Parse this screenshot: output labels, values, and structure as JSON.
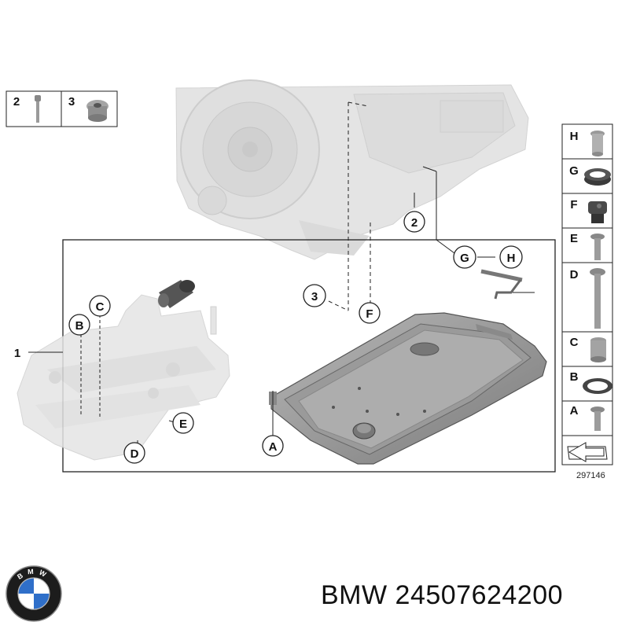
{
  "diagram": {
    "callouts": {
      "one": "1",
      "two": "2",
      "three": "3",
      "a": "A",
      "b": "B",
      "c": "C",
      "d": "D",
      "e": "E",
      "f": "F",
      "g": "G",
      "h": "H"
    },
    "top_legend": [
      {
        "label": "2",
        "icon": "bolt-icon"
      },
      {
        "label": "3",
        "icon": "plug-icon"
      }
    ],
    "side_legend": [
      {
        "label": "H",
        "icon": "sleeve-icon"
      },
      {
        "label": "G",
        "icon": "seal-ring-icon"
      },
      {
        "label": "F",
        "icon": "connector-icon"
      },
      {
        "label": "E",
        "icon": "short-bolt-icon"
      },
      {
        "label": "D",
        "icon": "long-bolt-icon"
      },
      {
        "label": "C",
        "icon": "adapter-icon"
      },
      {
        "label": "B",
        "icon": "o-ring-icon"
      },
      {
        "label": "A",
        "icon": "screw-icon"
      }
    ],
    "reference_number": "297146"
  },
  "footer": {
    "brand_text": "BMW 24507624200",
    "logo_letters": "BMW"
  }
}
